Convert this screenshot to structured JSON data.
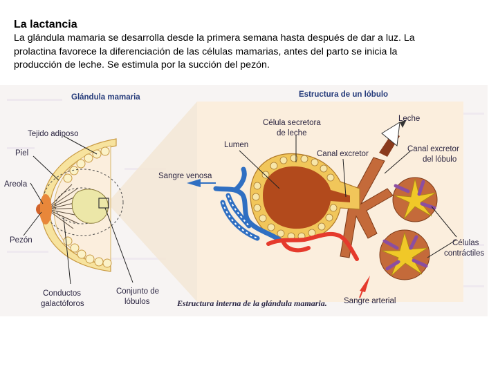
{
  "slide": {
    "title": "La lactancia",
    "body": "La glándula mamaria se desarrolla desde la primera semana hasta después de dar a luz. La prolactina favorece la diferenciación de las células mamarias, antes del parto se inicia la producción de leche. Se estimula por la succión del pezón."
  },
  "figure": {
    "left_panel_title": "Glándula mamaria",
    "right_panel_title": "Estructura de un lóbulo",
    "caption": "Estructura interna de la glándula mamaria.",
    "labels": {
      "tejido_adiposo": "Tejido adiposo",
      "piel": "Piel",
      "areola": "Areola",
      "pezon": "Pezón",
      "conductos_line1": "Conductos",
      "conductos_line2": "galactóforos",
      "conjunto_line1": "Conjunto de",
      "conjunto_line2": "lóbulos",
      "sangre_venosa": "Sangre venosa",
      "lumen": "Lumen",
      "celula_line1": "Célula secretora",
      "celula_line2": "de leche",
      "leche": "Leche",
      "canal_excretor": "Canal excretor",
      "canal_lobulo_line1": "Canal excretor",
      "canal_lobulo_line2": "del lóbulo",
      "celulas_line1": "Células",
      "celulas_line2": "contráctiles",
      "sangre_arterial": "Sangre arterial"
    },
    "colors": {
      "page_tint": "#f7f4f3",
      "lobule_panel": "#fbeedd",
      "venous": "#2f6fc2",
      "arterial": "#e53a2c",
      "milk_duct": "#b24a1c",
      "contractile": "#f0c828",
      "myoepithelial": "#8c4ea0",
      "header": "#243a7a"
    }
  }
}
